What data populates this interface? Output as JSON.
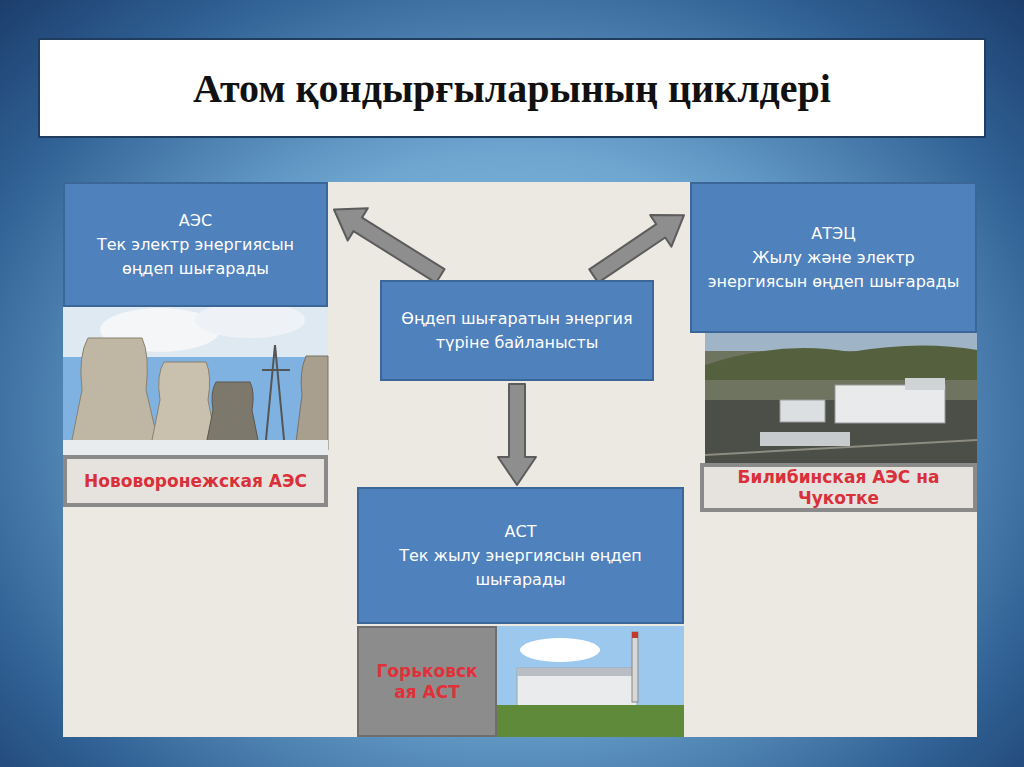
{
  "diagram": {
    "title": "Атом қондырғыларының циклдері",
    "nodes": [
      {
        "text": [
          "АЭС",
          "Тек электр энергиясын өңдеп шығарады"
        ]
      },
      {
        "text": [
          "Өңдеп шығаратын энергия түріне байланысты"
        ]
      },
      {
        "text": [
          "АТЭЦ",
          "Жылу және электр энергиясын өңдеп шығарады"
        ]
      },
      {
        "text": [
          "Нововоронежская АЭС"
        ]
      },
      {
        "text": [
          "Билибинская АЭС на Чукотке"
        ]
      },
      {
        "text": [
          "АСТ",
          "Тек жылу энергиясын өңдеп шығарады"
        ]
      },
      {
        "text": [
          "Горьковская АСТ"
        ]
      }
    ],
    "edges": [
      {
        "from": 1,
        "to": 0,
        "arrow": "to"
      },
      {
        "from": 1,
        "to": 2,
        "arrow": "to"
      },
      {
        "from": 1,
        "to": 5,
        "arrow": "to"
      }
    ]
  }
}
